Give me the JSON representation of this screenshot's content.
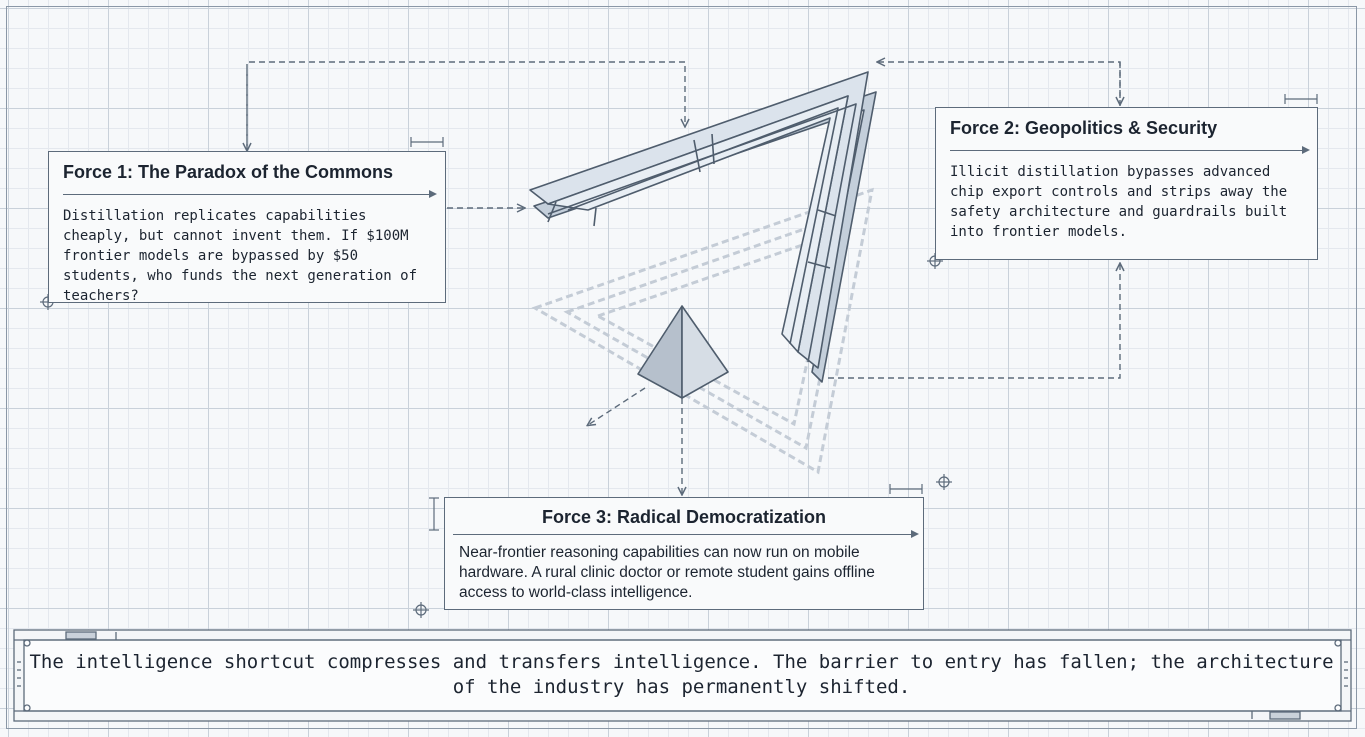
{
  "force1": {
    "title": "Force 1: The Paradox of the Commons",
    "text": "Distillation replicates capabilities cheaply, but cannot invent them. If $100M frontier models are bypassed by $50 students, who funds the next generation of teachers?"
  },
  "force2": {
    "title": "Force 2: Geopolitics & Security",
    "text": "Illicit distillation bypasses advanced chip export controls and strips away the safety architecture and guardrails built into frontier models."
  },
  "force3": {
    "title": "Force 3: Radical Democratization",
    "text": "Near-frontier reasoning capabilities can now run on mobile hardware. A rural clinic doctor or remote student gains offline access to world-class intelligence."
  },
  "footer": {
    "text": "The intelligence shortcut compresses and transfers intelligence. The barrier to entry has fallen; the architecture of the industry has permanently shifted."
  },
  "colors": {
    "line": "#5d6b7b",
    "frame_fill": "#d3dbe4",
    "frame_shadow": "#c4ccd6",
    "card_fill": "#f9fafb"
  }
}
